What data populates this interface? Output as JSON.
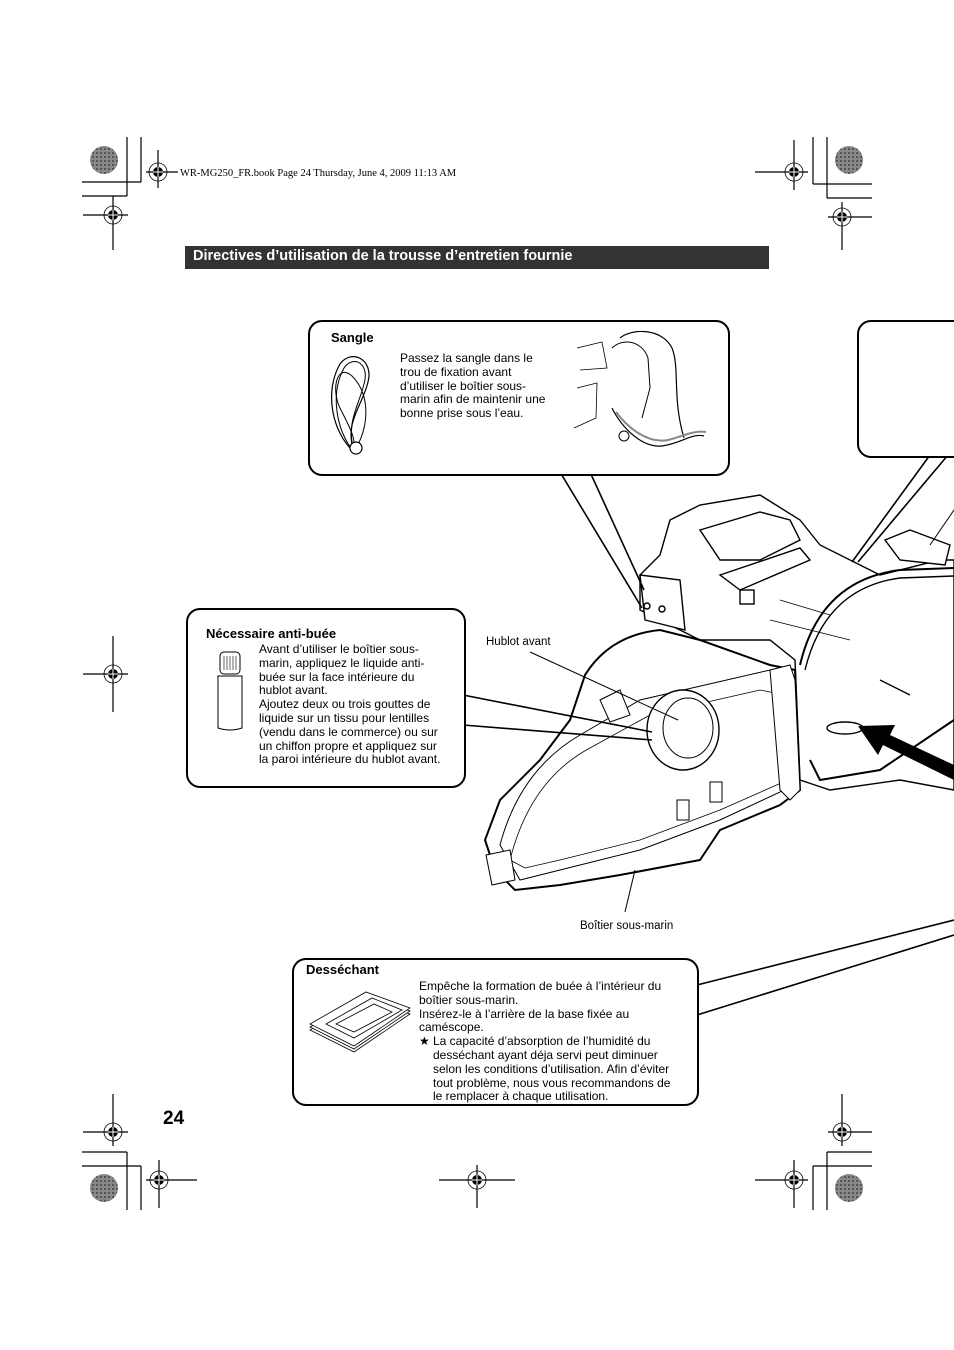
{
  "print_header": "WR-MG250_FR.book  Page 24  Thursday, June 4, 2009  11:13 AM",
  "section_title": "Directives d’utilisation de la trousse d’entretien fournie",
  "callouts": {
    "strap": {
      "title": "Sangle",
      "text_lines": [
        "Passez la sangle dans le",
        "trou de fixation avant",
        "d’utiliser le boîtier sous-",
        "marin afin de maintenir une",
        "bonne prise sous l’eau."
      ],
      "icon": "strap-icon"
    },
    "antifog": {
      "title": "Nécessaire anti-buée",
      "text_lines": [
        "Avant d’utiliser le boîtier sous-",
        "marin, appliquez le liquide anti-",
        "buée sur la face intérieure du",
        "hublot avant.",
        "Ajoutez deux ou trois gouttes de",
        "liquide sur un tissu pour lentilles",
        "(vendu dans le commerce) ou sur",
        "un chiffon propre et appliquez sur",
        "la paroi intérieure du hublot avant."
      ],
      "icon": "bottle-icon"
    },
    "desiccant": {
      "title": "Desséchant",
      "text_lines": [
        "Empêche la formation de buée à l’intérieur du",
        "boîtier sous-marin.",
        "Insérez-le à l’arrière de la base fixée au",
        "caméscope."
      ],
      "note_symbol": "★",
      "note_lines": [
        "La capacité d’absorption de l’humidité du",
        "desséchant ayant déja servi peut diminuer",
        "selon les conditions d’utilisation. Afin d’éviter",
        "tout problème, nous vous recommandons de",
        "le remplacer à chaque utilisation."
      ],
      "icon": "desiccant-pack-icon"
    }
  },
  "diagram_labels": {
    "front_port": "Hublot avant",
    "housing": "Boîtier sous-marin"
  },
  "page_number": "24",
  "colors": {
    "section_bar": "#333333",
    "ink": "#000000",
    "paper": "#ffffff"
  }
}
